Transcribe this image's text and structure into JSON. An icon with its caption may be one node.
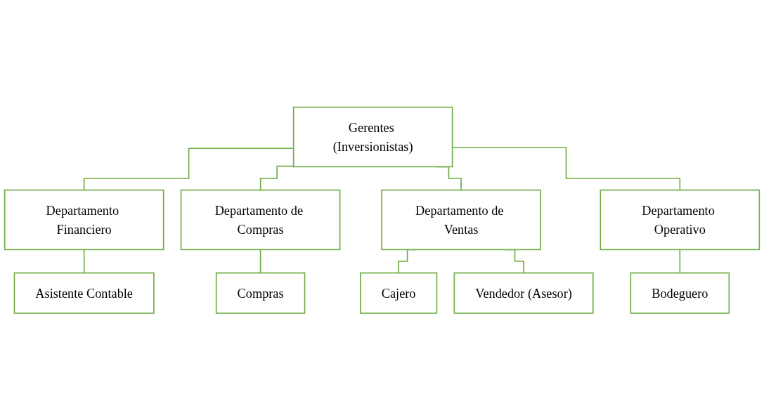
{
  "diagram": {
    "nodes": [
      {
        "text": [
          "Gerentes (Inversionistas)"
        ]
      },
      {
        "text": [
          "Departamento Financiero"
        ]
      },
      {
        "text": [
          "Departamento de Compras"
        ]
      },
      {
        "text": [
          "Departamento de Ventas"
        ]
      },
      {
        "text": [
          "Departamento Operativo"
        ]
      },
      {
        "text": [
          "Asistente Contable"
        ]
      },
      {
        "text": [
          "Compras"
        ]
      },
      {
        "text": [
          "Cajero"
        ]
      },
      {
        "text": [
          "Vendedor (Asesor)"
        ]
      },
      {
        "text": [
          "Bodeguero"
        ]
      }
    ],
    "edges": [
      {
        "from": 0,
        "to": 1,
        "arrow": "none"
      },
      {
        "from": 0,
        "to": 2,
        "arrow": "none"
      },
      {
        "from": 0,
        "to": 3,
        "arrow": "none"
      },
      {
        "from": 0,
        "to": 4,
        "arrow": "none"
      },
      {
        "from": 1,
        "to": 5,
        "arrow": "none"
      },
      {
        "from": 2,
        "to": 6,
        "arrow": "none"
      },
      {
        "from": 3,
        "to": 7,
        "arrow": "none"
      },
      {
        "from": 3,
        "to": 8,
        "arrow": "none"
      },
      {
        "from": 4,
        "to": 9,
        "arrow": "none"
      }
    ]
  }
}
